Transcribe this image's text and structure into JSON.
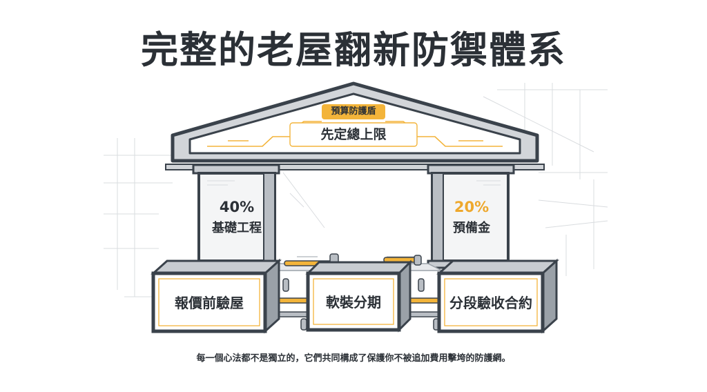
{
  "title": "完整的老屋翻新防禦體系",
  "roof": {
    "badge": "預算防護盾",
    "label": "先定總上限"
  },
  "pillars": [
    {
      "percent": "40%",
      "label": "基礎工程"
    },
    {
      "percent": "20%",
      "label": "預備金"
    }
  ],
  "bases": [
    {
      "label": "報價前驗屋"
    },
    {
      "label": "軟裝分期"
    },
    {
      "label": "分段驗收合約"
    }
  ],
  "footer": "每一個心法都不是獨立的，它們共同構成了保護你不被追加費用擊垮的防護網。",
  "colors": {
    "frame": "#3a424b",
    "concrete": "#d2d5d9",
    "accent": "#f3b43a",
    "text": "#2b3036"
  }
}
